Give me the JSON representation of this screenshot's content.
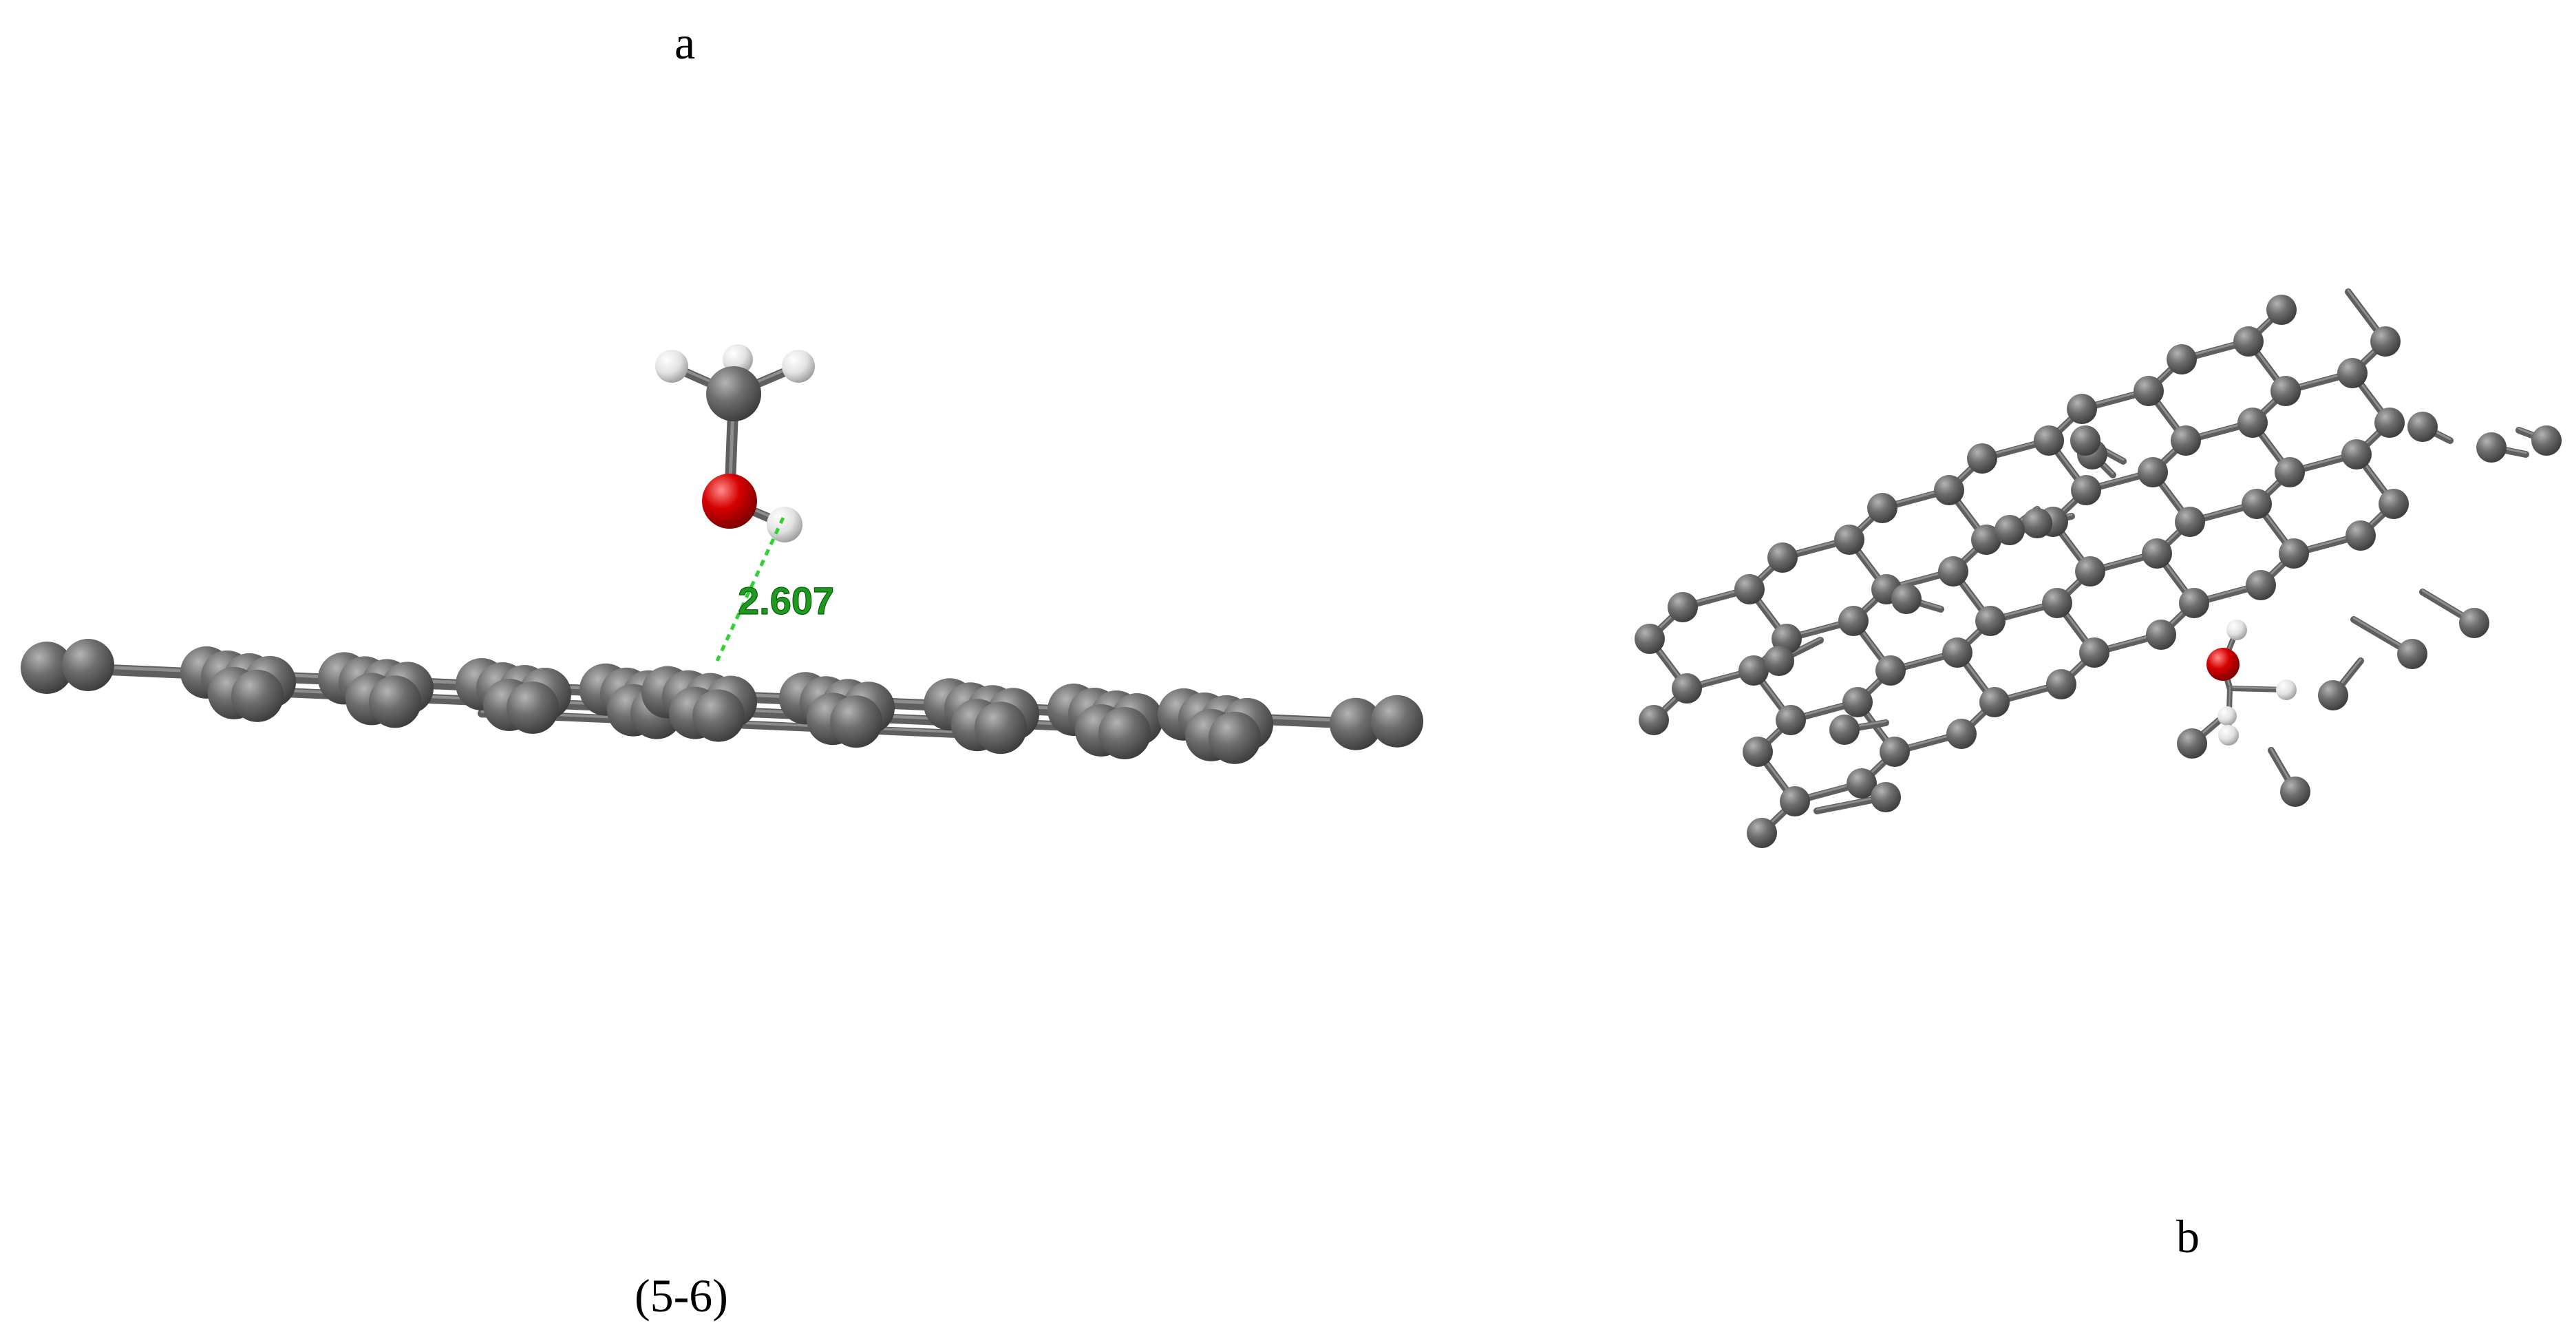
{
  "labels": {
    "panel_a": "a",
    "panel_b": "b",
    "caption": "(5-6)"
  },
  "measurement": {
    "distance": "2.607"
  },
  "atom_colors": {
    "carbon": "#6e6e6e",
    "oxygen": "#d60000",
    "hydrogen": "#e6e6e6",
    "bond": "#6a6a6a",
    "measurement_line": "#2fd22f",
    "measurement_text": "#1e9a1e"
  }
}
